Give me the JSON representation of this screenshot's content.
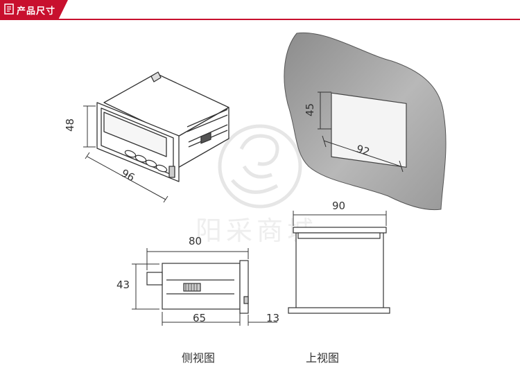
{
  "header": {
    "title": "产品尺寸",
    "accent_color": "#c8102e",
    "icon": "document-icon"
  },
  "watermark": {
    "text": "阳采商城",
    "icon": "bird-logo-icon"
  },
  "perspective_view": {
    "height_label": "48",
    "width_label": "96"
  },
  "panel_cutout": {
    "height_label": "45",
    "width_label": "92"
  },
  "side_view": {
    "total_length_label": "80",
    "height_label": "43",
    "body_length_label": "65",
    "bezel_label": "13",
    "caption": "侧视图"
  },
  "top_view": {
    "width_label": "90",
    "caption": "上视图"
  }
}
